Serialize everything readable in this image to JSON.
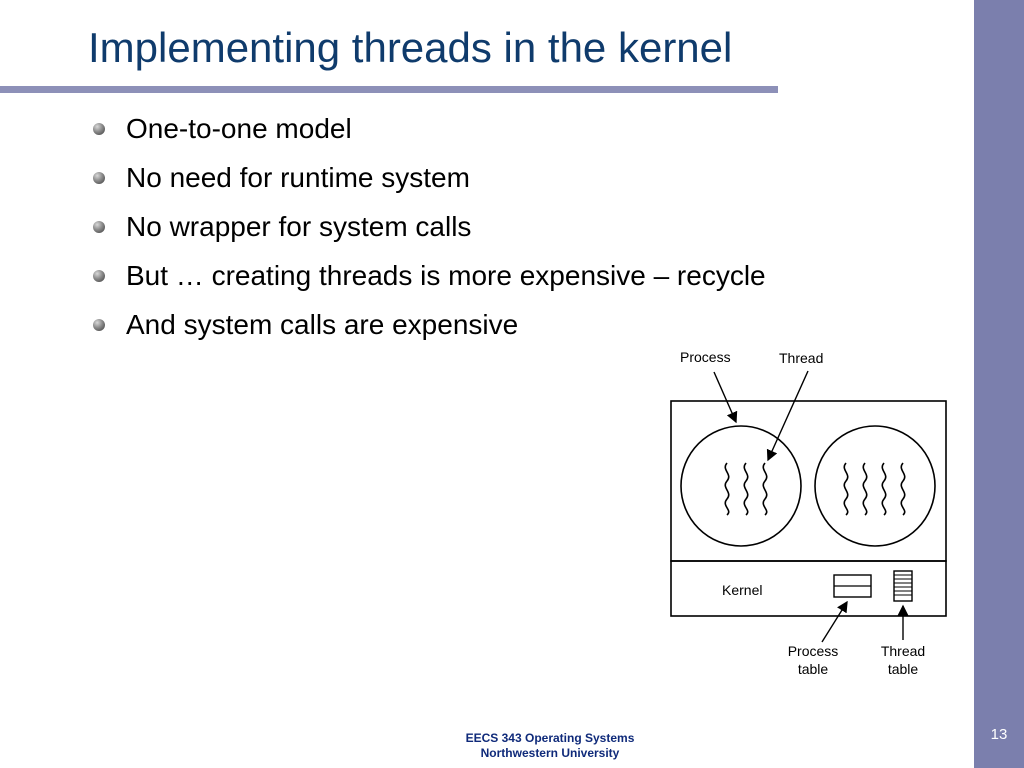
{
  "slide": {
    "title": "Implementing threads in the kernel",
    "number": "13",
    "bullets": [
      "One-to-one model",
      "No need for runtime system",
      "No wrapper for system calls",
      "But … creating threads is more expensive – recycle",
      "And system calls are expensive"
    ]
  },
  "figure": {
    "label_process": "Process",
    "label_thread": "Thread",
    "label_kernel": "Kernel",
    "label_process_table_1": "Process",
    "label_process_table_2": "table",
    "label_thread_table_1": "Thread",
    "label_thread_table_2": "table"
  },
  "footer": {
    "course": "EECS 343 Operating Systems",
    "university": "Northwestern University"
  },
  "colors": {
    "title": "#0f3b6c",
    "rule": "#8d90b8",
    "band": "#7b7fad",
    "footer": "#0f2a7a"
  }
}
